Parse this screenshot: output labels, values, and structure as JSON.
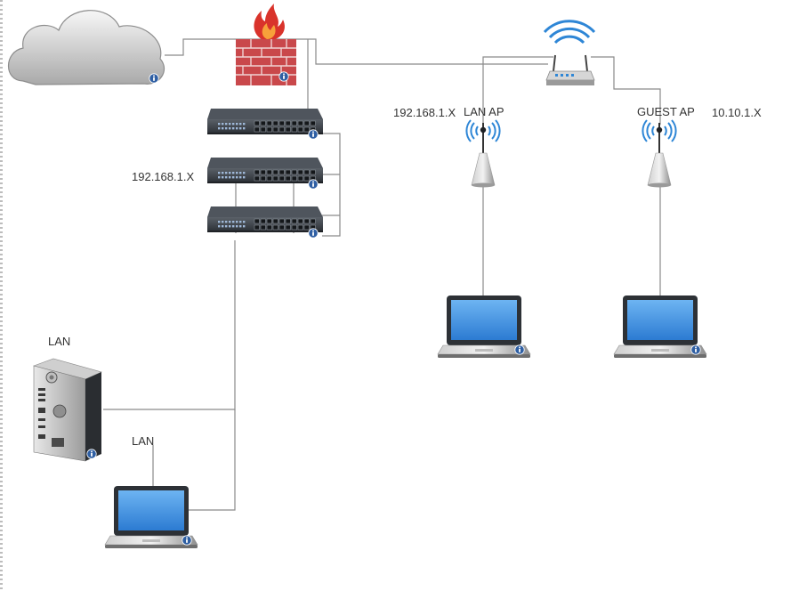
{
  "diagram": {
    "labels": {
      "switch_subnet": "192.168.1.X",
      "lan_ap_subnet": "192.168.1.X",
      "lan_ap": "LAN AP",
      "guest_ap": "GUEST AP",
      "guest_subnet": "10.10.1.X",
      "desktop_lan": "LAN",
      "laptop_lan": "LAN"
    },
    "nodes": [
      "cloud-icon",
      "firewall-icon",
      "wireless-router-icon",
      "network-switch-icon",
      "network-switch-icon",
      "network-switch-icon",
      "access-point-icon",
      "access-point-icon",
      "desktop-tower-icon",
      "laptop-icon",
      "laptop-icon",
      "laptop-icon"
    ],
    "colors": {
      "link": "#8a8a8a",
      "info_badge": "#2f5fa3",
      "firewall_brick": "#c9484b",
      "flame": "#d9332b",
      "wifi_waves": "#2e86d6",
      "switch_body": "#3a3f46",
      "screen": "#3d8fe0"
    }
  }
}
